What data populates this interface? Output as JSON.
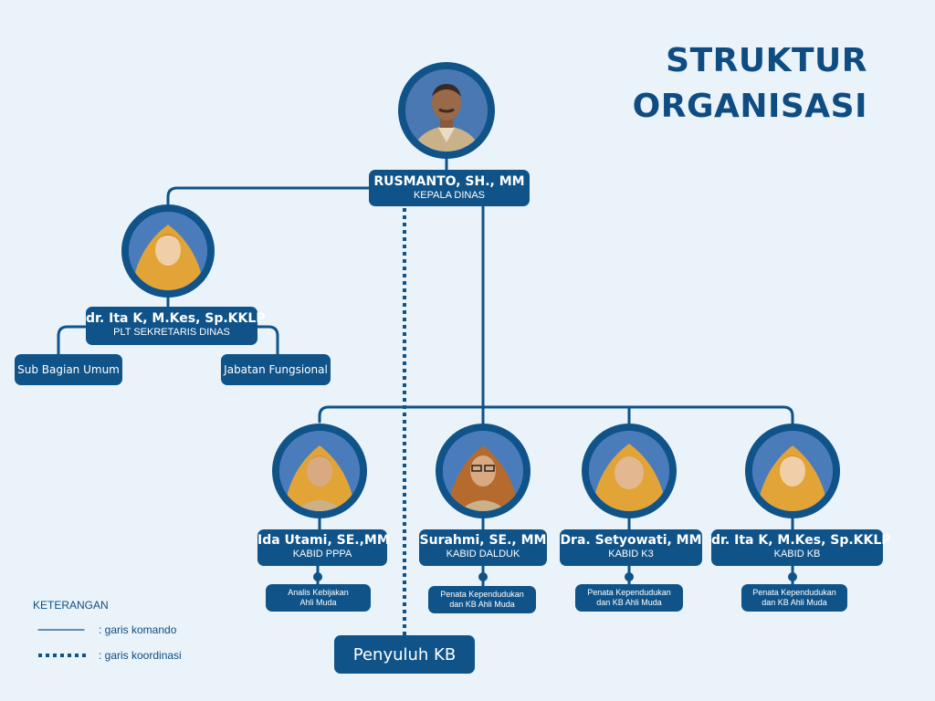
{
  "title": {
    "line1": "STRUKTUR",
    "line2": "ORGANISASI"
  },
  "colors": {
    "primary": "#0f5389",
    "background": "#eaf3fa",
    "title": "#0e4c82",
    "hijab": "#e2a437",
    "hijab_brown": "#b56a2e"
  },
  "head": {
    "name": "RUSMANTO, SH., MM",
    "role": "KEPALA DINAS",
    "photo": "man-portrait"
  },
  "secretary": {
    "name": "dr. Ita K, M.Kes, Sp.KKLP",
    "role": "PLT SEKRETARIS DINAS",
    "photo": "woman-yellow-hijab-portrait",
    "units": [
      "Sub Bagian Umum",
      "Jabatan Fungsional"
    ]
  },
  "divisions": [
    {
      "name": "Ida Utami, SE.,MM",
      "role": "KABID PPPA",
      "sub": [
        "Analis Kebijakan",
        "Ahli Muda"
      ],
      "photo": "woman-yellow-hijab-portrait"
    },
    {
      "name": "Surahmi, SE., MM",
      "role": "KABID DALDUK",
      "sub": [
        "Penata Kependudukan",
        "dan KB Ahli Muda"
      ],
      "photo": "woman-brown-hijab-portrait"
    },
    {
      "name": "Dra. Setyowati, MM",
      "role": "KABID K3",
      "sub": [
        "Penata Kependudukan",
        "dan KB Ahli Muda"
      ],
      "photo": "woman-yellow-hijab-portrait"
    },
    {
      "name": "dr. Ita K, M.Kes, Sp.KKLP",
      "role": "KABID KB",
      "sub": [
        "Penata Kependudukan",
        "dan KB Ahli Muda"
      ],
      "photo": "woman-yellow-hijab-portrait"
    }
  ],
  "coordination": {
    "label": "Penyuluh KB"
  },
  "legend": {
    "title": "KETERANGAN",
    "items": [
      {
        "style": "solid",
        "label": ": garis komando"
      },
      {
        "style": "dotted",
        "label": ": garis koordinasi"
      }
    ]
  }
}
